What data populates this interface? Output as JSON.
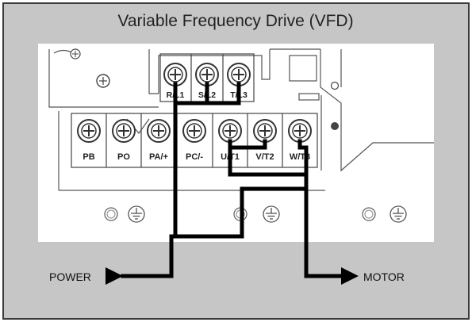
{
  "title": "Variable Frequency Drive (VFD)",
  "top_terminals": [
    "R/L1",
    "S/L2",
    "T/L3"
  ],
  "bottom_terminals": [
    "PB",
    "PO",
    "PA/+",
    "PC/-",
    "U/T1",
    "V/T2",
    "W/T3"
  ],
  "power_label": "POWER",
  "motor_label": "MOTOR",
  "colors": {
    "frame_fill": "#c6c6c6",
    "frame_border": "#3a3a3a",
    "panel": "#ffffff",
    "wire": "#000000",
    "line_art": "#555555"
  },
  "icons": [
    "screw-terminal-icon",
    "ground-symbol-icon",
    "mounting-hole-icon",
    "arrow-right-icon"
  ]
}
